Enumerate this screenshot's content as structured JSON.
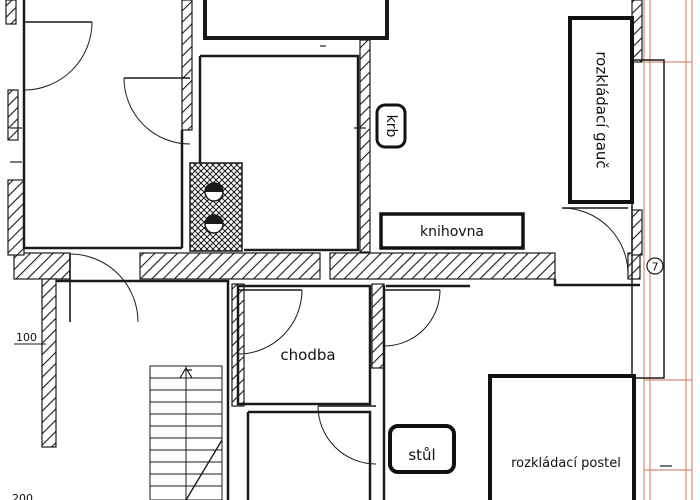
{
  "labels": {
    "fireplace": "krb",
    "bookcase": "knihovna",
    "sofa_bed": "rozkládací gauč",
    "hallway": "chodba",
    "table": "stůl",
    "fold_bed": "rozkládací postel",
    "dim_100": "100",
    "dim_200": "200",
    "window_mark": "7"
  },
  "colors": {
    "wall": "#1a1a1a",
    "hatch": "#1a1a1a",
    "window_frame": "#d98b77",
    "furniture_stroke": "#111111"
  }
}
